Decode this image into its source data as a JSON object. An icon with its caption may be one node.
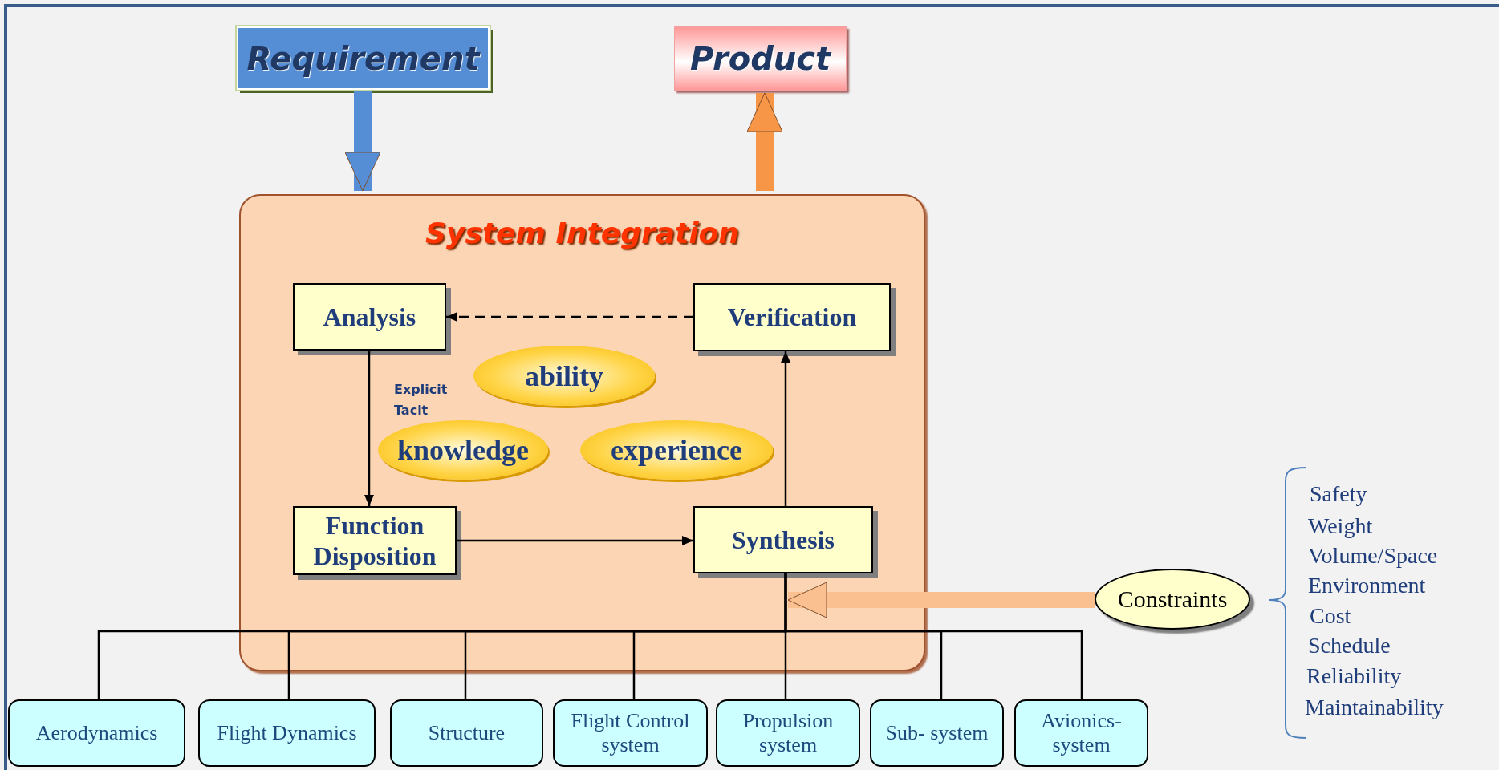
{
  "diagram": {
    "nodes": [
      {
        "text": [
          "Requirement"
        ]
      },
      {
        "text": [
          "Product"
        ]
      },
      {
        "text": [
          "System Integration"
        ]
      },
      {
        "text": [
          "Analysis"
        ],
        "in": 2
      },
      {
        "text": [
          "Verification"
        ],
        "in": 2
      },
      {
        "text": [
          "ability"
        ],
        "in": 2
      },
      {
        "text": [
          "knowledge"
        ],
        "in": 2,
        "beside": [
          "Explicit",
          "Tacit"
        ]
      },
      {
        "text": [
          "experience"
        ],
        "in": 2
      },
      {
        "text": [
          "Function Disposition"
        ],
        "in": 2
      },
      {
        "text": [
          "Synthesis"
        ],
        "in": 2
      },
      {
        "text": [
          "Constraints"
        ]
      },
      {
        "text": [
          "Aerodynamics"
        ]
      },
      {
        "text": [
          "Flight Dynamics"
        ]
      },
      {
        "text": [
          "Structure"
        ]
      },
      {
        "text": [
          "Flight Control system"
        ]
      },
      {
        "text": [
          "Propulsion system"
        ]
      },
      {
        "text": [
          "Sub- system"
        ]
      },
      {
        "text": [
          "Avionics- system"
        ]
      }
    ],
    "edges": [
      {
        "from": 0,
        "to": 2,
        "arrow": "to",
        "style": "thick",
        "color": "#558ed5"
      },
      {
        "from": 2,
        "to": 1,
        "arrow": "to",
        "style": "thick",
        "color": "#f79646"
      },
      {
        "from": 4,
        "to": 3,
        "arrow": "to",
        "style": "dashed"
      },
      {
        "from": 3,
        "to": 8,
        "arrow": "to"
      },
      {
        "from": 8,
        "to": 9,
        "arrow": "to"
      },
      {
        "from": 9,
        "to": 4,
        "arrow": "to"
      },
      {
        "from": 10,
        "to": 9,
        "arrow": "to",
        "style": "thick",
        "color": "#fac090"
      },
      {
        "from": 9,
        "to": 11,
        "arrow": "none"
      },
      {
        "from": 9,
        "to": 12,
        "arrow": "none"
      },
      {
        "from": 9,
        "to": 13,
        "arrow": "none"
      },
      {
        "from": 9,
        "to": 14,
        "arrow": "none"
      },
      {
        "from": 9,
        "to": 15,
        "arrow": "none"
      },
      {
        "from": 9,
        "to": 16,
        "arrow": "none"
      },
      {
        "from": 9,
        "to": 17,
        "arrow": "none"
      }
    ],
    "labels": [
      "Safety",
      "Weight",
      "Volume/Space",
      "Environment",
      "Cost",
      "Schedule",
      "Reliability",
      "Maintainability"
    ]
  }
}
